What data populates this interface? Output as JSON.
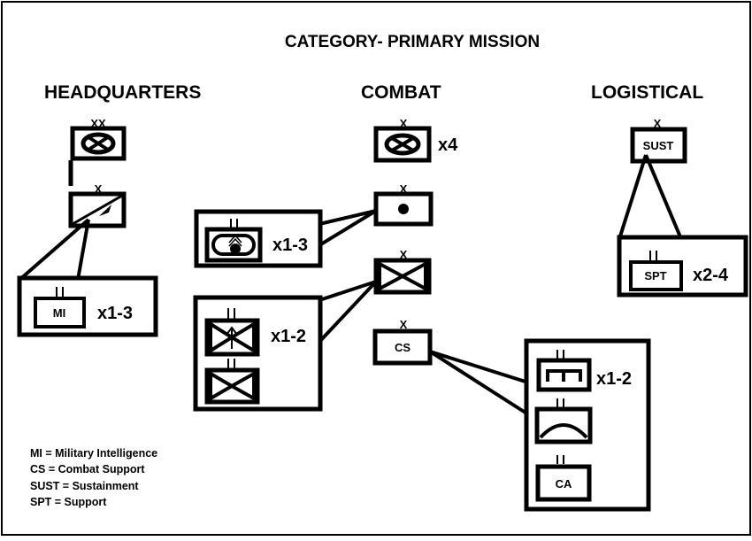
{
  "title": "CATEGORY- PRIMARY MISSION",
  "columns": {
    "headquarters": "HEADQUARTERS",
    "combat": "COMBAT",
    "logistical": "LOGISTICAL"
  },
  "echelons": {
    "division": "XX",
    "brigade": "X",
    "battalion": "II"
  },
  "unit_labels": {
    "mi": "MI",
    "sust": "SUST",
    "spt": "SPT",
    "cs": "CS",
    "ca": "CA"
  },
  "multipliers": {
    "combat_brigades": "x4",
    "armor_battalions": "x1-3",
    "mi_battalions": "x1-3",
    "infantry_battalions": "x1-2",
    "support_battalions": "x2-4",
    "cs_battalions": "x1-2"
  },
  "legend": [
    "MI = Military Intelligence",
    "CS = Combat Support",
    "SUST = Sustainment",
    "SPT = Support"
  ]
}
